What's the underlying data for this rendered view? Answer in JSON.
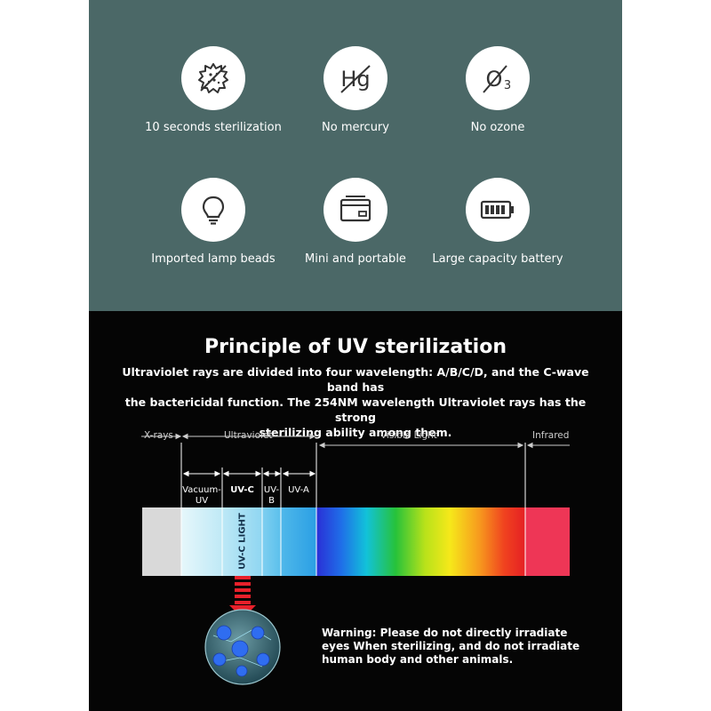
{
  "features": [
    {
      "label": "10 seconds sterilization",
      "icon": "virus-icon"
    },
    {
      "label": "No mercury",
      "icon": "mercury-crossed-icon"
    },
    {
      "label": "No ozone",
      "icon": "ozone-crossed-icon"
    },
    {
      "label": "Imported lamp beads",
      "icon": "lightbulb-icon"
    },
    {
      "label": "Mini and portable",
      "icon": "card-icon"
    },
    {
      "label": "Large capacity battery",
      "icon": "battery-icon"
    }
  ],
  "hg_symbol": "Hg",
  "ozone_symbol": "O",
  "ozone_subscript": "3",
  "principle": {
    "title": "Principle of UV sterilization",
    "line1": "Ultraviolet rays are divided into four wavelength: A/B/C/D, and the C-wave band has",
    "line2": "the bactericidal function. The 254NM wavelength Ultraviolet rays has the strong",
    "line3": "sterilizing ability among them."
  },
  "spectrum": {
    "xrays": "X-rays",
    "ultraviolet": "Ultraviolet",
    "visible": "Visible Light",
    "infrared": "Infrared",
    "vacuum_uv_1": "Vacuum-",
    "vacuum_uv_2": "UV",
    "uvc": "UV-C",
    "uvb_1": "UV-",
    "uvb_2": "B",
    "uva": "UV-A",
    "uvc_light": "UV-C LIGHT"
  },
  "warning": {
    "line1": "Warning: Please do not directly irradiate",
    "line2": "eyes When sterilizing, and do not irradiate",
    "line3": "human body and other animals."
  },
  "colors": {
    "top_bg": "#4b6867",
    "bottom_bg": "#050505",
    "arrow": "#e8202a"
  }
}
